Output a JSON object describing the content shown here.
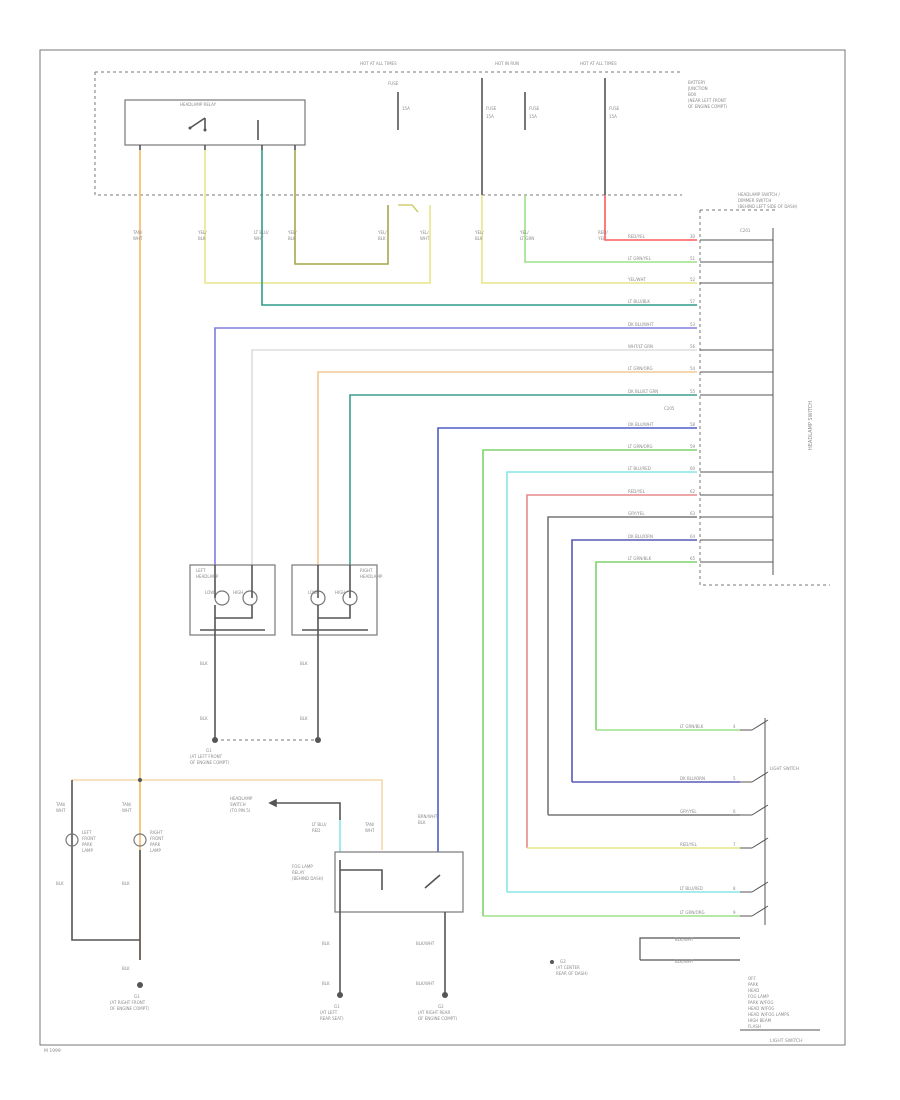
{
  "page": {
    "footer_left": "M 1999",
    "footer_right": "LIGHT SWITCH"
  },
  "colors": {
    "orange": "#f3b769",
    "yellow": "#e6e68a",
    "olive": "#a6a64a",
    "teal": "#2f9c8a",
    "blue": "#7d7de0",
    "light_gray": "#dddddd",
    "tan": "#f2c895",
    "steel_blue": "#4c5fc6",
    "green": "#9de089",
    "cyan": "#8ae6e6",
    "red": "#e88a8a",
    "gray": "#777777",
    "dark_blue": "#5858b8",
    "lime": "#7fd26a",
    "red_bright": "#ff5a5a",
    "teal_dark": "#3d9e8e"
  },
  "top": {
    "fuse_labels": [
      "HOT AT ALL TIMES",
      "HOT IN RUN",
      "HOT AT ALL TIMES"
    ],
    "fuse_1": [
      "FUSE",
      "15A"
    ],
    "fuse_2": [
      "FUSE",
      "15A"
    ],
    "fuse_3": [
      "FUSE",
      "15A"
    ],
    "fuse_4": [
      "FUSE",
      "15A"
    ],
    "battery_note": [
      "BATTERY",
      "JUNCTION",
      "BOX",
      "(NEAR LEFT FRONT",
      "OF ENGINE COMPT)"
    ],
    "relay_label": "HEADLAMP RELAY"
  },
  "light_switch": {
    "title": [
      "HEADLAMP SWITCH /",
      "DIMMER SWITCH",
      "(BEHIND LEFT SIDE OF DASH)"
    ],
    "side_label": "HEADLAMP SWITCH",
    "connector": "C201",
    "wire_labels": [
      "RED/YEL",
      "LT GRN/YEL",
      "YEL/WHT",
      "LT BLU/BLK",
      "DK BLU/WHT",
      "WHT/LT GRN",
      "LT GRN/ORG",
      "DK BLU/LT GRN",
      "DK BLU/WHT",
      "LT GRN/ORG",
      "LT BLU/RED",
      "RED/YEL",
      "GRY/YEL",
      "DK BLU/ORN",
      "LT GRN/BLK"
    ],
    "pin_labels": [
      "30",
      "51",
      "52",
      "57",
      "53",
      "56",
      "54",
      "55",
      "58",
      "59",
      "60",
      "62",
      "63",
      "64",
      "65"
    ],
    "connector_label": "C205"
  },
  "headlamps": {
    "left": [
      "LEFT",
      "HEADLAMP"
    ],
    "right": [
      "RIGHT",
      "HEADLAMP"
    ],
    "low": "LOW",
    "high": "HIGH",
    "wire_blk": "BLK",
    "ground_label": [
      "G1",
      "(AT LEFT FRONT",
      "OF ENGINE COMPT)"
    ]
  },
  "vertical_wire_labels": [
    [
      "TAN/",
      "WHT"
    ],
    [
      "YEL/",
      "BLK"
    ],
    [
      "LT BLU/",
      "WHT"
    ],
    [
      "YEL/",
      "BLK"
    ],
    [
      "YEL/",
      "BLK"
    ],
    [
      "YEL/",
      "WHT"
    ],
    [
      "YEL/",
      "BLK"
    ],
    [
      "YEL/",
      "LT GRN"
    ],
    [
      "RED/",
      "YEL"
    ]
  ],
  "lower_left": {
    "wire_labels": [
      [
        "TAN/",
        "WHT"
      ],
      [
        "TAN/",
        "WHT"
      ]
    ],
    "left_lamp": [
      "LEFT",
      "FRONT",
      "PARK",
      "LAMP"
    ],
    "right_lamp": [
      "RIGHT",
      "FRONT",
      "PARK",
      "LAMP"
    ],
    "blk": "BLK",
    "ground": [
      "G1",
      "(AT RIGHT FRONT",
      "OF ENGINE COMPT)"
    ]
  },
  "fog": {
    "feed_label": [
      "HEADLAMP",
      "SWITCH",
      "(TO PIN 5)"
    ],
    "relay_label": [
      "FOG LAMP",
      "RELAY",
      "(BEHIND DASH)"
    ],
    "wire_1": [
      "LT BLU/",
      "RED"
    ],
    "wire_2": [
      "TAN/",
      "WHT"
    ],
    "wire_3": [
      "BRN/WHT",
      "BLK"
    ],
    "blk": "BLK",
    "blk_wht": "BLK/WHT",
    "ground_left": [
      "G1",
      "(AT LEFT",
      "REAR SEAT)"
    ],
    "ground_right": [
      "G2",
      "(AT RIGHT REAR",
      "OF ENGINE COMPT)"
    ]
  },
  "switch_stack": {
    "labels": [
      "LT GRN/BLK",
      "DK BLU/ORN",
      "GRY/YEL",
      "RED/YEL",
      "LT BLU/RED",
      "LT GRN/ORG"
    ],
    "pins": [
      "4",
      "5",
      "6",
      "7",
      "8",
      "9"
    ],
    "contact_label": "LIGHT SWITCH",
    "feed_labels": [
      "BLK/WHT",
      "BLK/WHT"
    ],
    "ground": [
      "G3",
      "(AT CENTER",
      "REAR OF DASH)"
    ],
    "legend": [
      "OFF",
      "PARK",
      "HEAD",
      "FOG LAMP",
      "PARK W/FOG",
      "HEAD W/FOG",
      "HEAD W/FOG LAMPS",
      "HIGH BEAM",
      "FLASH"
    ]
  }
}
